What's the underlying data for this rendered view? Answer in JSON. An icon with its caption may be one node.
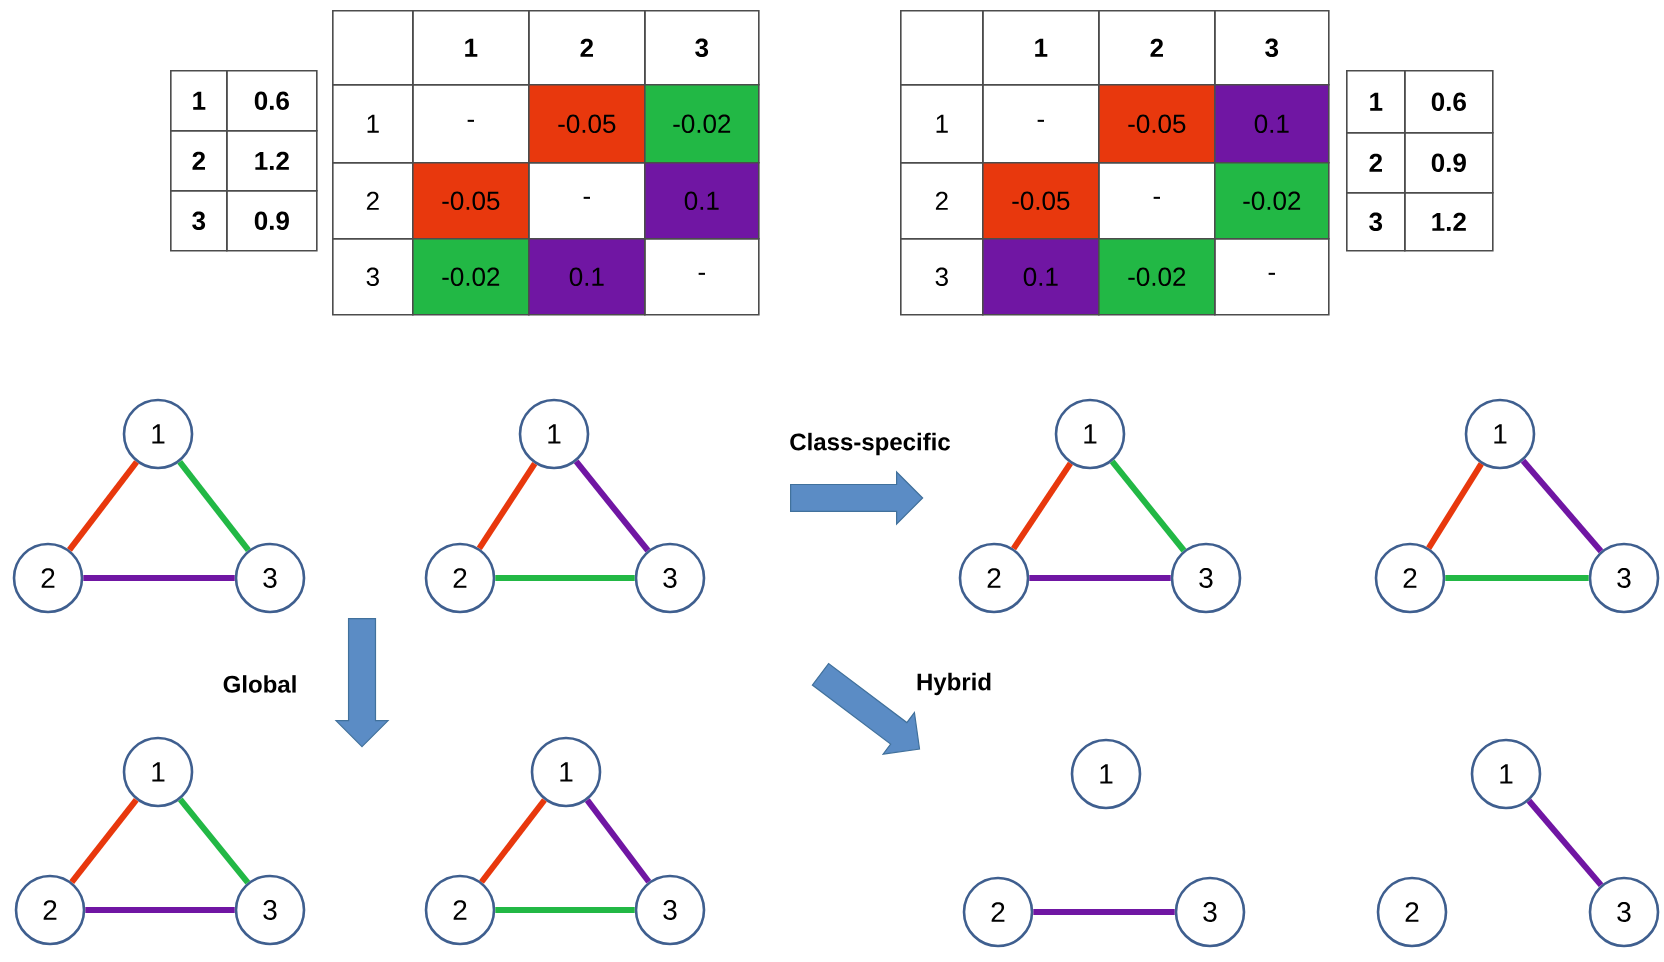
{
  "diagram": {
    "nodes": [
      {
        "text": [
          "1"
        ]
      },
      {
        "text": [
          "2"
        ]
      },
      {
        "text": [
          "3"
        ]
      },
      {
        "text": [
          "1"
        ]
      },
      {
        "text": [
          "2"
        ]
      },
      {
        "text": [
          "3"
        ]
      },
      {
        "text": [
          "1"
        ]
      },
      {
        "text": [
          "2"
        ]
      },
      {
        "text": [
          "3"
        ]
      },
      {
        "text": [
          "1"
        ]
      },
      {
        "text": [
          "2"
        ]
      },
      {
        "text": [
          "3"
        ]
      },
      {
        "text": [
          "1"
        ]
      },
      {
        "text": [
          "2"
        ]
      },
      {
        "text": [
          "3"
        ]
      },
      {
        "text": [
          "1"
        ]
      },
      {
        "text": [
          "2"
        ]
      },
      {
        "text": [
          "3"
        ]
      },
      {
        "text": [
          "1"
        ]
      },
      {
        "text": [
          "2"
        ]
      },
      {
        "text": [
          "3"
        ]
      },
      {
        "text": [
          "1"
        ]
      },
      {
        "text": [
          "2"
        ]
      },
      {
        "text": [
          "3"
        ]
      }
    ],
    "edges": [
      {
        "from": 0,
        "to": 1,
        "arrow": "none",
        "color": "#e8380d"
      },
      {
        "from": 0,
        "to": 2,
        "arrow": "none",
        "color": "#22b845"
      },
      {
        "from": 1,
        "to": 2,
        "arrow": "none",
        "color": "#7016a3"
      },
      {
        "from": 3,
        "to": 4,
        "arrow": "none",
        "color": "#e8380d"
      },
      {
        "from": 3,
        "to": 5,
        "arrow": "none",
        "color": "#7016a3"
      },
      {
        "from": 4,
        "to": 5,
        "arrow": "none",
        "color": "#22b845"
      },
      {
        "from": 6,
        "to": 7,
        "arrow": "none",
        "color": "#e8380d"
      },
      {
        "from": 6,
        "to": 8,
        "arrow": "none",
        "color": "#22b845"
      },
      {
        "from": 7,
        "to": 8,
        "arrow": "none",
        "color": "#7016a3"
      },
      {
        "from": 9,
        "to": 10,
        "arrow": "none",
        "color": "#e8380d"
      },
      {
        "from": 9,
        "to": 11,
        "arrow": "none",
        "color": "#7016a3"
      },
      {
        "from": 10,
        "to": 11,
        "arrow": "none",
        "color": "#22b845"
      },
      {
        "from": 12,
        "to": 13,
        "arrow": "none",
        "color": "#e8380d"
      },
      {
        "from": 12,
        "to": 14,
        "arrow": "none",
        "color": "#22b845"
      },
      {
        "from": 13,
        "to": 14,
        "arrow": "none",
        "color": "#7016a3"
      },
      {
        "from": 15,
        "to": 16,
        "arrow": "none",
        "color": "#e8380d"
      },
      {
        "from": 15,
        "to": 17,
        "arrow": "none",
        "color": "#7016a3"
      },
      {
        "from": 16,
        "to": 17,
        "arrow": "none",
        "color": "#22b845"
      },
      {
        "from": 19,
        "to": 20,
        "arrow": "none",
        "color": "#7016a3"
      },
      {
        "from": 21,
        "to": 23,
        "arrow": "none",
        "color": "#7016a3"
      }
    ],
    "labels": [
      "1",
      "0.6",
      "2",
      "1.2",
      "3",
      "0.9",
      "1",
      "2",
      "3",
      "1",
      "-",
      "-0.05",
      "-0.02",
      "2",
      "-0.05",
      "-",
      "0.1",
      "3",
      "-0.02",
      "0.1",
      "-",
      "1",
      "2",
      "3",
      "1",
      "-",
      "-0.05",
      "0.1",
      "2",
      "-0.05",
      "-",
      "-0.02",
      "3",
      "0.1",
      "-0.02",
      "-",
      "1",
      "0.6",
      "2",
      "0.9",
      "3",
      "1.2",
      "Class-specific",
      "Global",
      "Hybrid"
    ]
  }
}
